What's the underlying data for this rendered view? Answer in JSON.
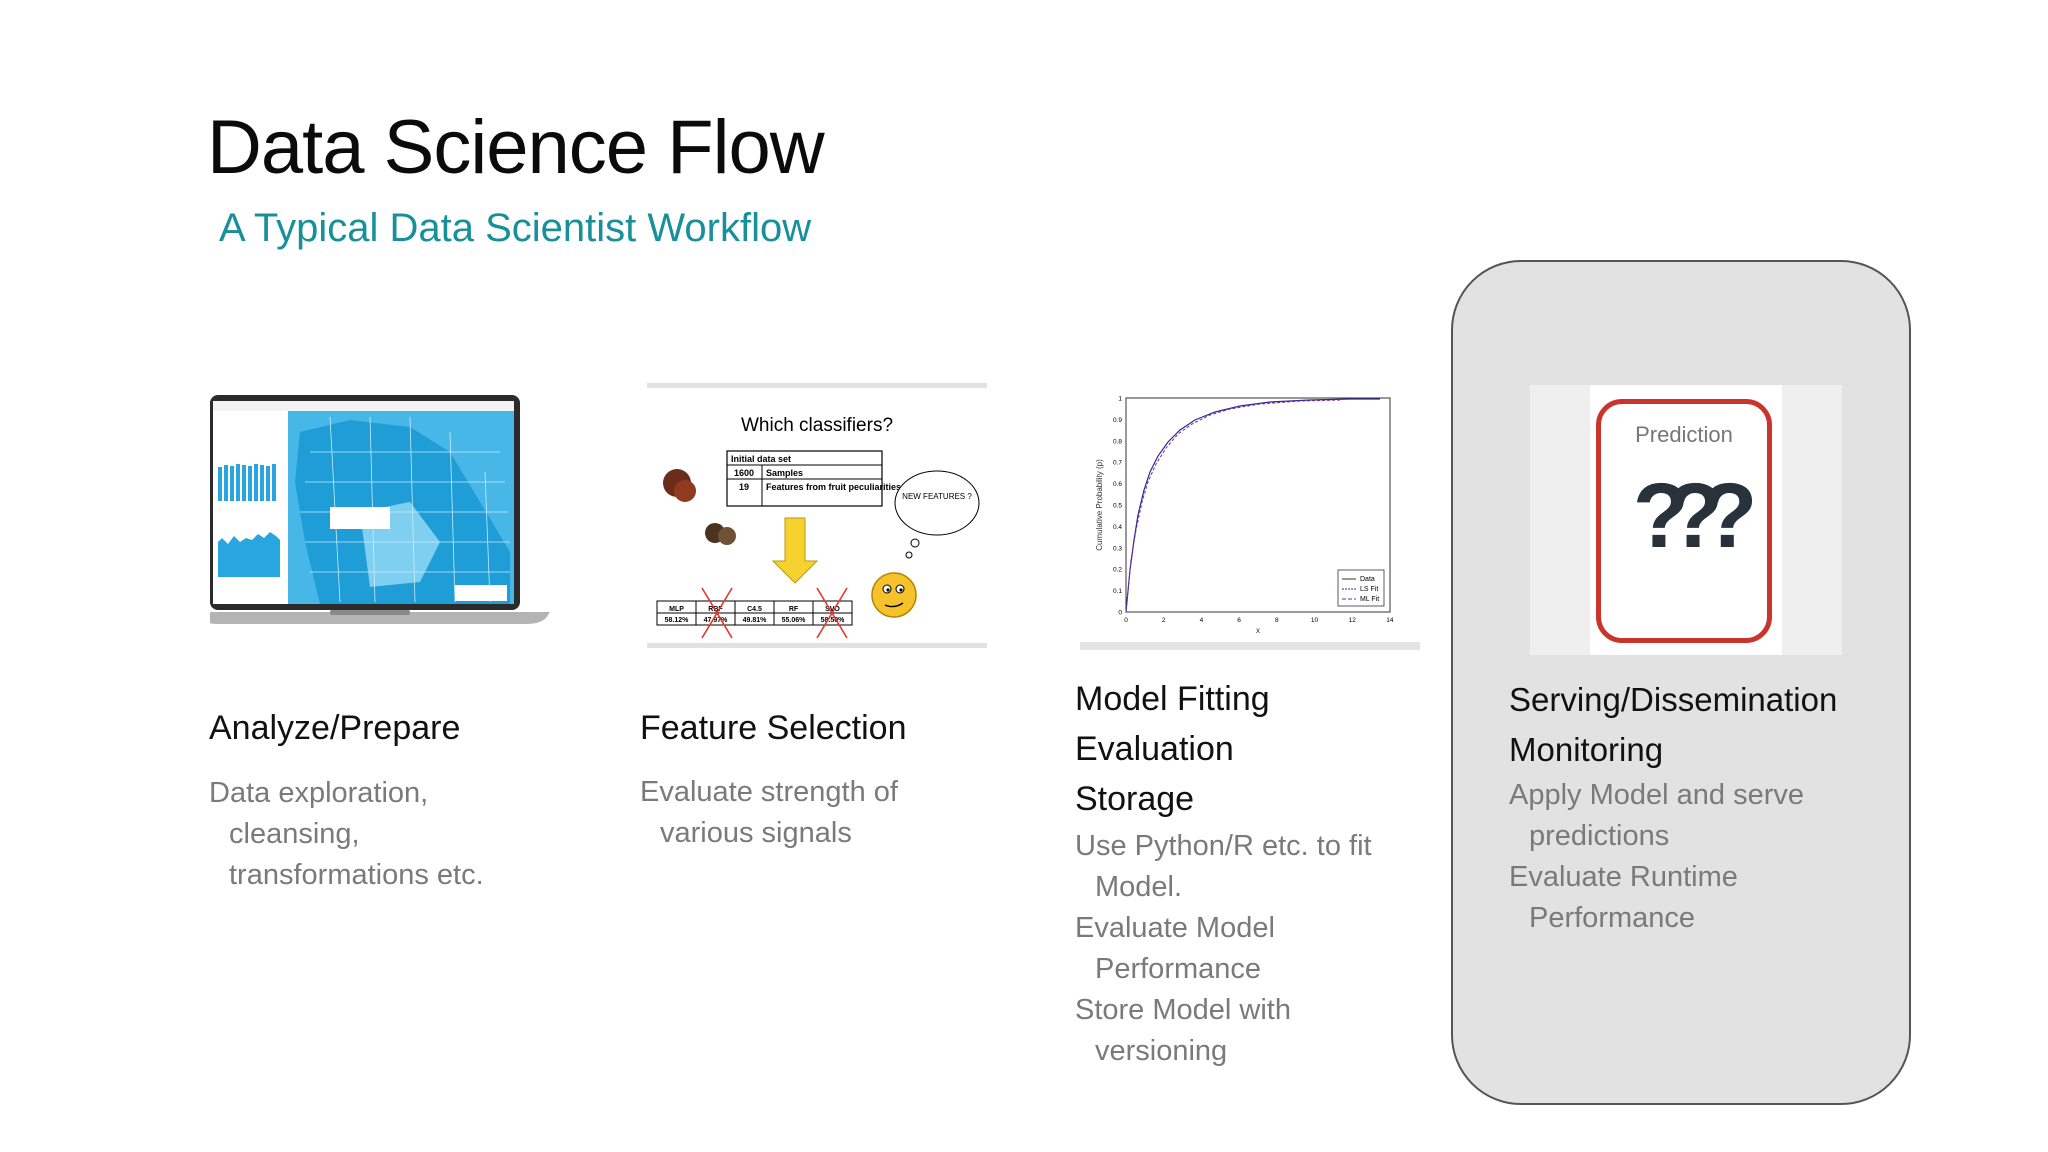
{
  "slide": {
    "title": "Data Science Flow",
    "subtitle": "A Typical Data Scientist Workflow"
  },
  "columns": [
    {
      "heading": [
        "Analyze/Prepare"
      ],
      "bullets": [
        "Data exploration, cleansing, transformations etc."
      ],
      "image_icon": "laptop-map-icon"
    },
    {
      "heading": [
        "Feature Selection"
      ],
      "bullets": [
        "Evaluate strength of various signals"
      ],
      "image": {
        "title": "Which classifiers?",
        "table_title": "Initial data set",
        "rows": [
          [
            "1600",
            "Samples"
          ],
          [
            "19",
            "Features from fruit peculiarities"
          ]
        ],
        "bubble": "NEW FEATURES ?",
        "results_headers": [
          "MLP",
          "RBF",
          "C4.5",
          "RF",
          "SVO"
        ],
        "results_values": [
          "58.12%",
          "47.97%",
          "49.81%",
          "55.06%",
          "58.50%"
        ]
      }
    },
    {
      "heading": [
        "Model Fitting",
        "Evaluation",
        "Storage"
      ],
      "bullets": [
        "Use Python/R etc. to fit Model.",
        "Evaluate Model Performance",
        "Store Model with versioning"
      ],
      "image": {
        "ylabel": "Cumulative Probability (p)",
        "xlabel": "x",
        "yticks": [
          "0",
          "0.1",
          "0.2",
          "0.3",
          "0.4",
          "0.5",
          "0.6",
          "0.7",
          "0.8",
          "0.9",
          "1"
        ],
        "xticks": [
          "0",
          "2",
          "4",
          "6",
          "8",
          "10",
          "12",
          "14"
        ],
        "legend": [
          "Data",
          "LS Fit",
          "ML Fit"
        ]
      }
    },
    {
      "heading": [
        "Serving/Dissemination",
        "Monitoring"
      ],
      "bullets": [
        "Apply Model and serve predictions",
        "Evaluate Runtime Performance"
      ],
      "image": {
        "label": "Prediction",
        "glyph": "???"
      },
      "highlighted": true
    }
  ],
  "colors": {
    "subtitle": "#17909a",
    "body_text": "#7a7a7a",
    "highlight_bg": "#e2e2e2",
    "prediction_border": "#c9342c"
  }
}
